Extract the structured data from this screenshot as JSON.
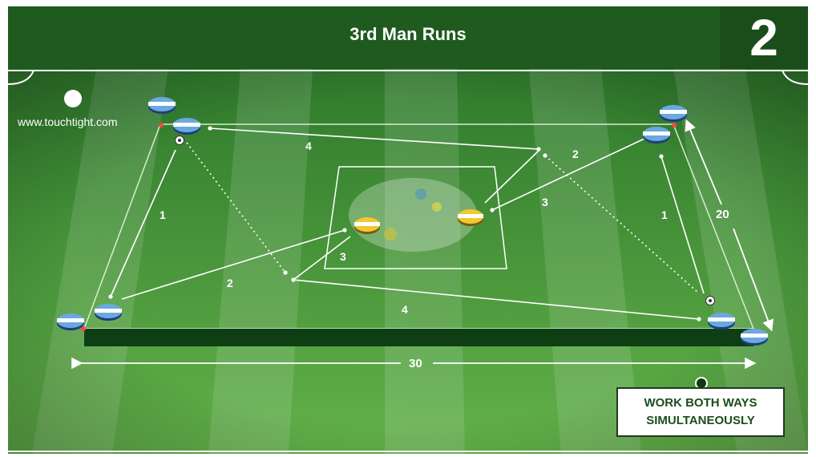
{
  "header": {
    "title": "3rd Man Runs",
    "diagram_number": "2"
  },
  "watermark": "www.touchtight.com",
  "callout": {
    "line1": "WORK BOTH WAYS",
    "line2": "SIMULTANEOUSLY"
  },
  "dimensions": {
    "width_label": "30",
    "depth_label": "20"
  },
  "pass_labels": {
    "left_1": "1",
    "left_2": "2",
    "left_3": "3",
    "left_4": "4",
    "right_1": "1",
    "right_2": "2",
    "right_3": "3",
    "right_4": "4"
  },
  "colors": {
    "pitch_dark": "#2f7d2f",
    "pitch_light": "#4fa53e",
    "header": "#1f5a1f",
    "player_blue": "#5b9bd5",
    "player_yellow": "#e8c22a"
  }
}
